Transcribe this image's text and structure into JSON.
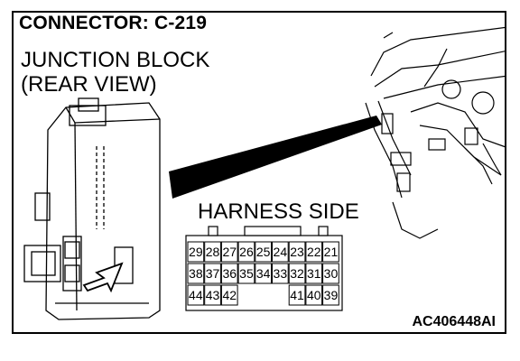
{
  "title": "CONNECTOR: C-219",
  "component_line1": "JUNCTION BLOCK",
  "component_line2": "(REAR VIEW)",
  "harness_label": "HARNESS SIDE",
  "figure_code": "AC406448AI",
  "connector": {
    "rows": [
      [
        "29",
        "28",
        "27",
        "26",
        "25",
        "24",
        "23",
        "22",
        "21"
      ],
      [
        "38",
        "37",
        "36",
        "35",
        "34",
        "33",
        "32",
        "31",
        "30"
      ],
      [
        "44",
        "43",
        "42",
        "",
        "",
        "",
        "41",
        "40",
        "39"
      ]
    ]
  }
}
